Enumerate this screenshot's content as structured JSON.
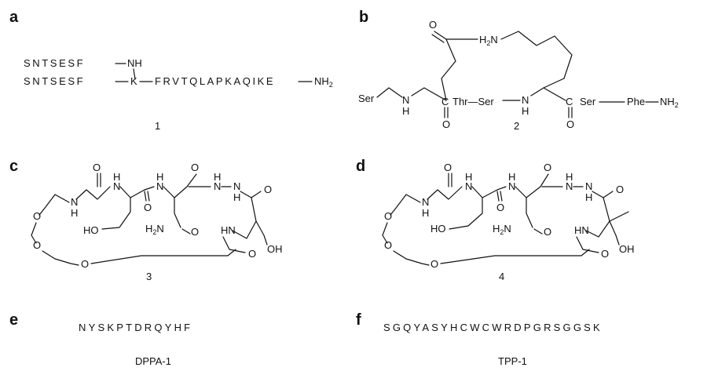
{
  "panels": {
    "a": {
      "letter": "a",
      "seq_top": "SNTSESF",
      "seq_bottom": "SNTSESF",
      "nh": "NH",
      "branch": "K",
      "tail": "FRVTQLAPKAQIKE",
      "terminal": "NH2",
      "compound": "1"
    },
    "b": {
      "letter": "b",
      "o_top": "O",
      "h2n": "H2N",
      "ser_left": "Ser",
      "nh_left": "N",
      "h_left": "H",
      "c_left": "C",
      "thr_ser": "Thr—Ser",
      "o_left": "O",
      "nh_right": "N",
      "h_right": "H",
      "c_right": "C",
      "ser_right": "Ser",
      "o_right": "O",
      "phe": "Phe",
      "nh2": "NH2",
      "compound": "2"
    },
    "c": {
      "letter": "c",
      "compound": "3",
      "atoms": {
        "o1": "O",
        "h1": "H",
        "n1": "N",
        "o2": "O",
        "h2": "H",
        "n2": "N",
        "o3": "O",
        "h3": "H",
        "n3": "N",
        "n4": "N",
        "h4": "H",
        "o4": "O",
        "nh_l": "N",
        "h_l": "H",
        "ho": "HO",
        "h2n": "H2N",
        "o5": "O",
        "hn": "HN",
        "o6": "O",
        "oh": "OH",
        "o_ring1": "O",
        "o_ring2": "O",
        "o_ring3": "O"
      }
    },
    "d": {
      "letter": "d",
      "compound": "4",
      "atoms": {
        "o1": "O",
        "h1": "H",
        "n1": "N",
        "o2": "O",
        "h2": "H",
        "n2": "N",
        "o3": "O",
        "h3": "H",
        "n3": "N",
        "n4": "N",
        "h4": "H",
        "o4": "O",
        "nh_l": "N",
        "h_l": "H",
        "ho": "HO",
        "h2n": "H2N",
        "o5": "O",
        "hn": "HN",
        "o6": "O",
        "oh": "OH",
        "o_ring1": "O",
        "o_ring2": "O",
        "o_ring3": "O"
      }
    },
    "e": {
      "letter": "e",
      "sequence": "NYSKPTDRQYHF",
      "name": "DPPA-1"
    },
    "f": {
      "letter": "f",
      "sequence": "SGQYASYHCWCWRDPGRSGGSK",
      "name": "TPP-1"
    }
  }
}
